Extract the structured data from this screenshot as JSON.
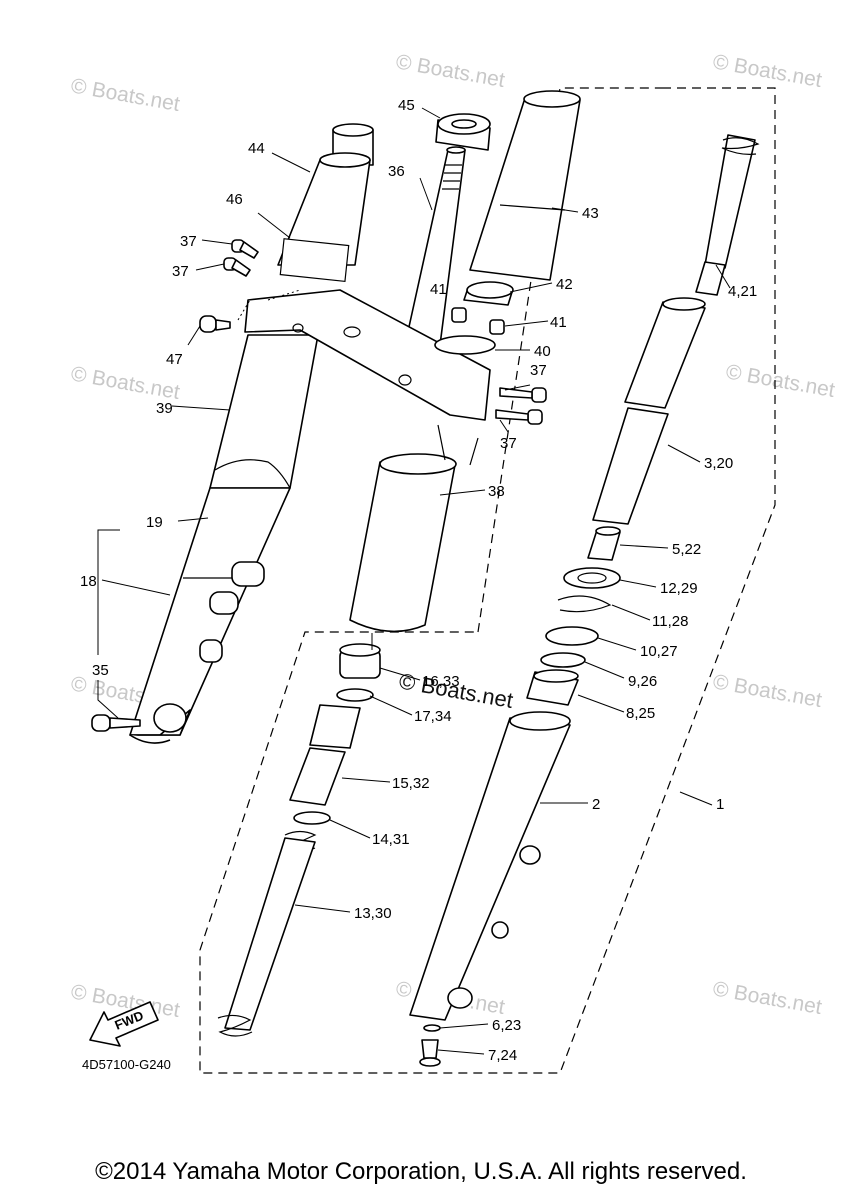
{
  "diagram": {
    "drawing_code": "4D57100-G240",
    "fwd_label": "FWD",
    "watermark": "© Boats.net",
    "copyright": "©2014 Yamaha Motor Corporation, U.S.A. All rights reserved.",
    "callouts": {
      "c1": "1",
      "c2": "2",
      "c3_20": "3,20",
      "c4_21": "4,21",
      "c5_22": "5,22",
      "c6_23": "6,23",
      "c7_24": "7,24",
      "c8_25": "8,25",
      "c9_26": "9,26",
      "c10_27": "10,27",
      "c11_28": "11,28",
      "c12_29": "12,29",
      "c13_30": "13,30",
      "c14_31": "14,31",
      "c15_32": "15,32",
      "c16_33": "16,33",
      "c17_34": "17,34",
      "c18": "18",
      "c19": "19",
      "c35": "35",
      "c36": "36",
      "c37a": "37",
      "c37b": "37",
      "c37c": "37",
      "c37d": "37",
      "c38": "38",
      "c39": "39",
      "c40": "40",
      "c41a": "41",
      "c41b": "41",
      "c42": "42",
      "c43": "43",
      "c44": "44",
      "c45": "45",
      "c46": "46",
      "c47": "47"
    }
  }
}
